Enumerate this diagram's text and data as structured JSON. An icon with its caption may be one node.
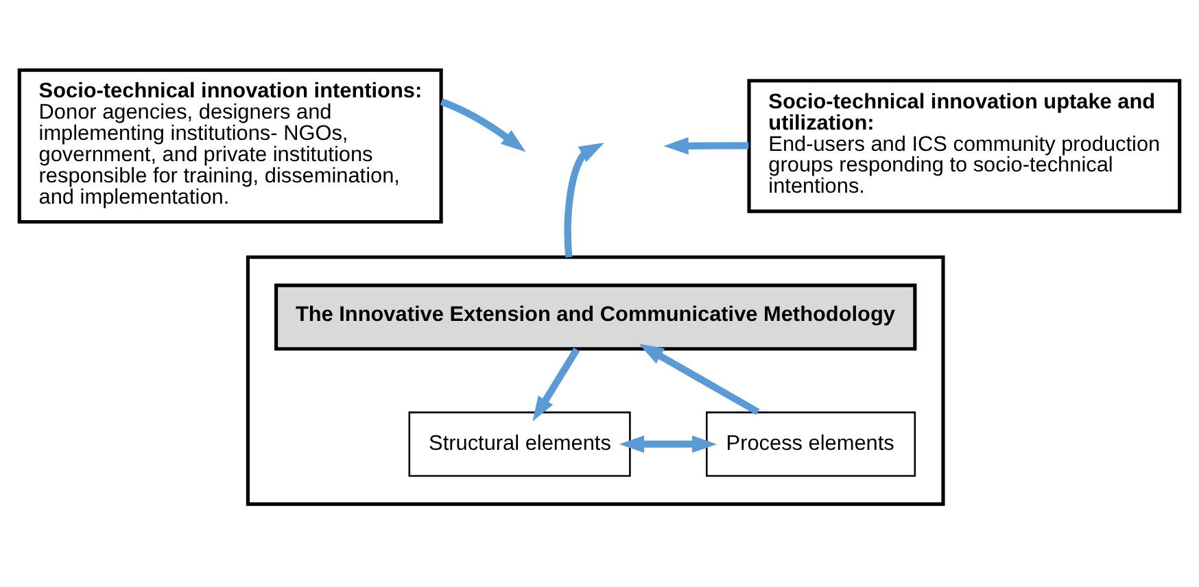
{
  "diagram": {
    "nodes": [
      {
        "text": [
          "Socio-technical innovation intentions:",
          "Donor agencies, designers and implementing institutions- NGOs, government, and private institutions responsible for training, dissemination, and implementation."
        ]
      },
      {
        "text": [
          "Socio-technical innovation uptake and utilization:",
          "End-users and ICS community production groups responding to socio-technical intentions."
        ]
      },
      {
        "text": [],
        "shape": "box"
      },
      {
        "text": [
          "The Innovative Extension and Communicative Methodology"
        ],
        "in": 2
      },
      {
        "text": [
          "Structural elements"
        ],
        "in": 2
      },
      {
        "text": [
          "Process elements"
        ],
        "in": 2
      }
    ],
    "edges": [
      {
        "from": 0,
        "to": null,
        "arrow": "to"
      },
      {
        "from": 1,
        "to": null,
        "arrow": "to"
      },
      {
        "from": 2,
        "to": null,
        "arrow": "to"
      },
      {
        "from": 3,
        "to": 4,
        "arrow": "to"
      },
      {
        "from": 4,
        "to": 5,
        "arrow": "both"
      },
      {
        "from": 5,
        "to": 3,
        "arrow": "to"
      }
    ]
  }
}
